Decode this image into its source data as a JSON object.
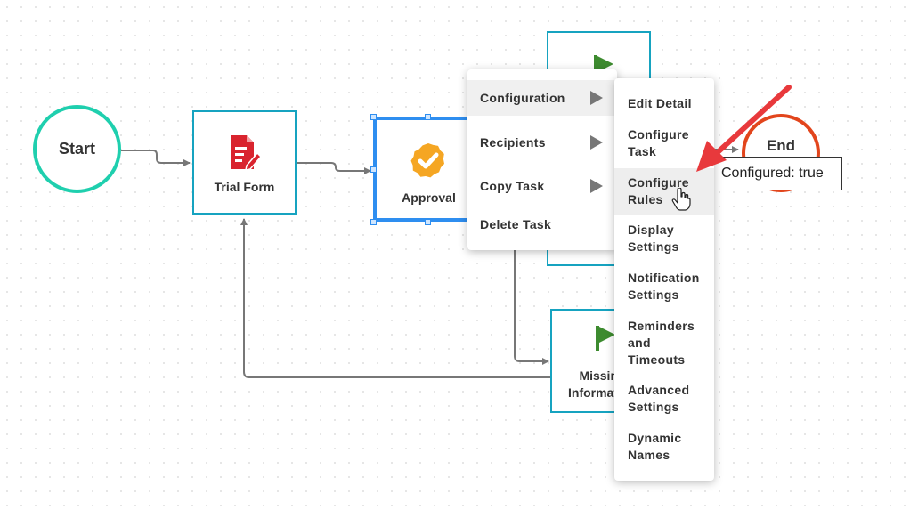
{
  "workflow": {
    "start_label": "Start",
    "end_label": "End",
    "nodes": {
      "trial_form": "Trial Form",
      "approval": "Approval",
      "missing_information": "Missing Information"
    }
  },
  "context_menu": {
    "items": [
      {
        "label": "Configuration",
        "has_submenu": true
      },
      {
        "label": "Recipients",
        "has_submenu": true
      },
      {
        "label": "Copy Task",
        "has_submenu": true
      },
      {
        "label": "Delete Task",
        "has_submenu": false
      }
    ]
  },
  "submenu": {
    "items": [
      {
        "label": "Edit Detail"
      },
      {
        "label": "Configure Task"
      },
      {
        "label": "Configure Rules"
      },
      {
        "label": "Display Settings"
      },
      {
        "label": "Notification Settings"
      },
      {
        "label": "Reminders and Timeouts"
      },
      {
        "label": "Advanced Settings"
      },
      {
        "label": "Dynamic Names"
      }
    ]
  },
  "tooltip": {
    "text": "Configured: true"
  },
  "colors": {
    "start_border": "#1fcfae",
    "end_border": "#e2451c",
    "task_border": "#16a3c0",
    "selected_border": "#2e8ef0",
    "form_icon": "#d9242e",
    "approval_badge": "#f5a623",
    "flag_icon": "#3d8b2f",
    "annotation_arrow": "#e8393c"
  },
  "icons": {
    "trial_form": "form-document-icon",
    "approval": "verified-badge-icon",
    "missing_information": "flag-icon",
    "hidden_task": "flag-icon"
  }
}
